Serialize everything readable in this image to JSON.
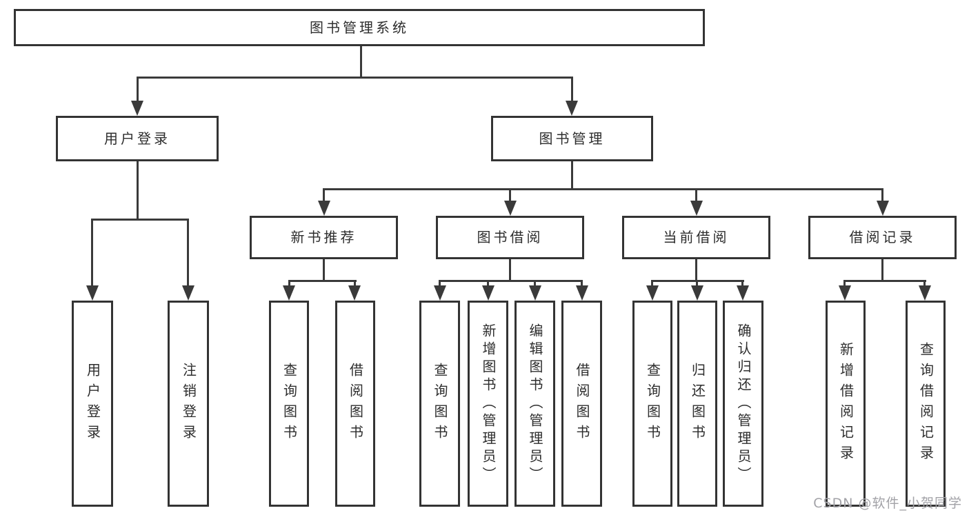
{
  "colors": {
    "line": "#3a3a3a",
    "box_border": "#333333",
    "text": "#2d2d2d",
    "watermark": "#a2a2a7",
    "background": "#ffffff"
  },
  "watermark": {
    "text": "CSDN @软件_小贺同学"
  },
  "nodes": {
    "root": "图书管理系统",
    "user_login": "用户登录",
    "book_management": "图书管理",
    "new_book_recommend": "新书推荐",
    "book_borrow": "图书借阅",
    "current_borrow": "当前借阅",
    "borrow_record": "借阅记录",
    "leaf_user_login": "用户登录",
    "leaf_logout": "注销登录",
    "leaf_nb_query_book": "查询图书",
    "leaf_nb_borrow_book": "借阅图书",
    "leaf_bb_query_book": "查询图书",
    "leaf_bb_add_book": "新增图书（管理员）",
    "leaf_bb_edit_book": "编辑图书（管理员）",
    "leaf_bb_borrow_book": "借阅图书",
    "leaf_cb_query_book": "查询图书",
    "leaf_cb_return_book": "归还图书",
    "leaf_cb_confirm_return": "确认归还（管理员）",
    "leaf_br_add_record": "新增借阅记录",
    "leaf_br_query_record": "查询借阅记录"
  }
}
